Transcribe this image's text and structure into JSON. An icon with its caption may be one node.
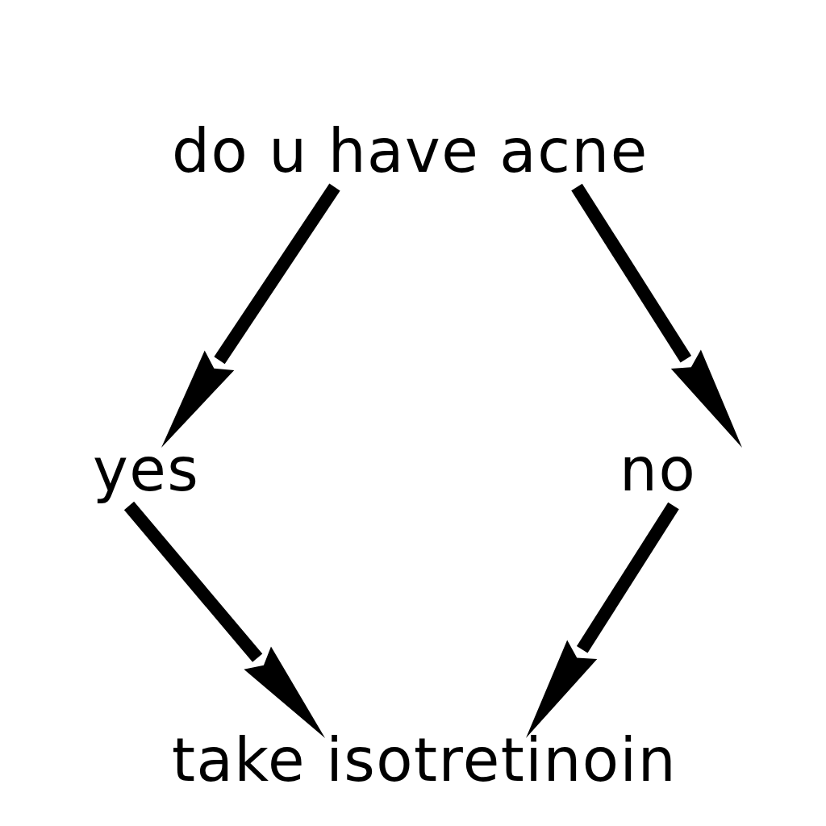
{
  "diagram": {
    "nodes": [
      {
        "text": [
          "do u have acne"
        ]
      },
      {
        "text": [
          "yes"
        ]
      },
      {
        "text": [
          "no"
        ]
      },
      {
        "text": [
          "take isotretinoin"
        ]
      }
    ],
    "edges": [
      {
        "from": 0,
        "to": 1,
        "arrow": "to"
      },
      {
        "from": 0,
        "to": 2,
        "arrow": "to"
      },
      {
        "from": 1,
        "to": 3,
        "arrow": "to"
      },
      {
        "from": 2,
        "to": 3,
        "arrow": "to"
      }
    ]
  }
}
